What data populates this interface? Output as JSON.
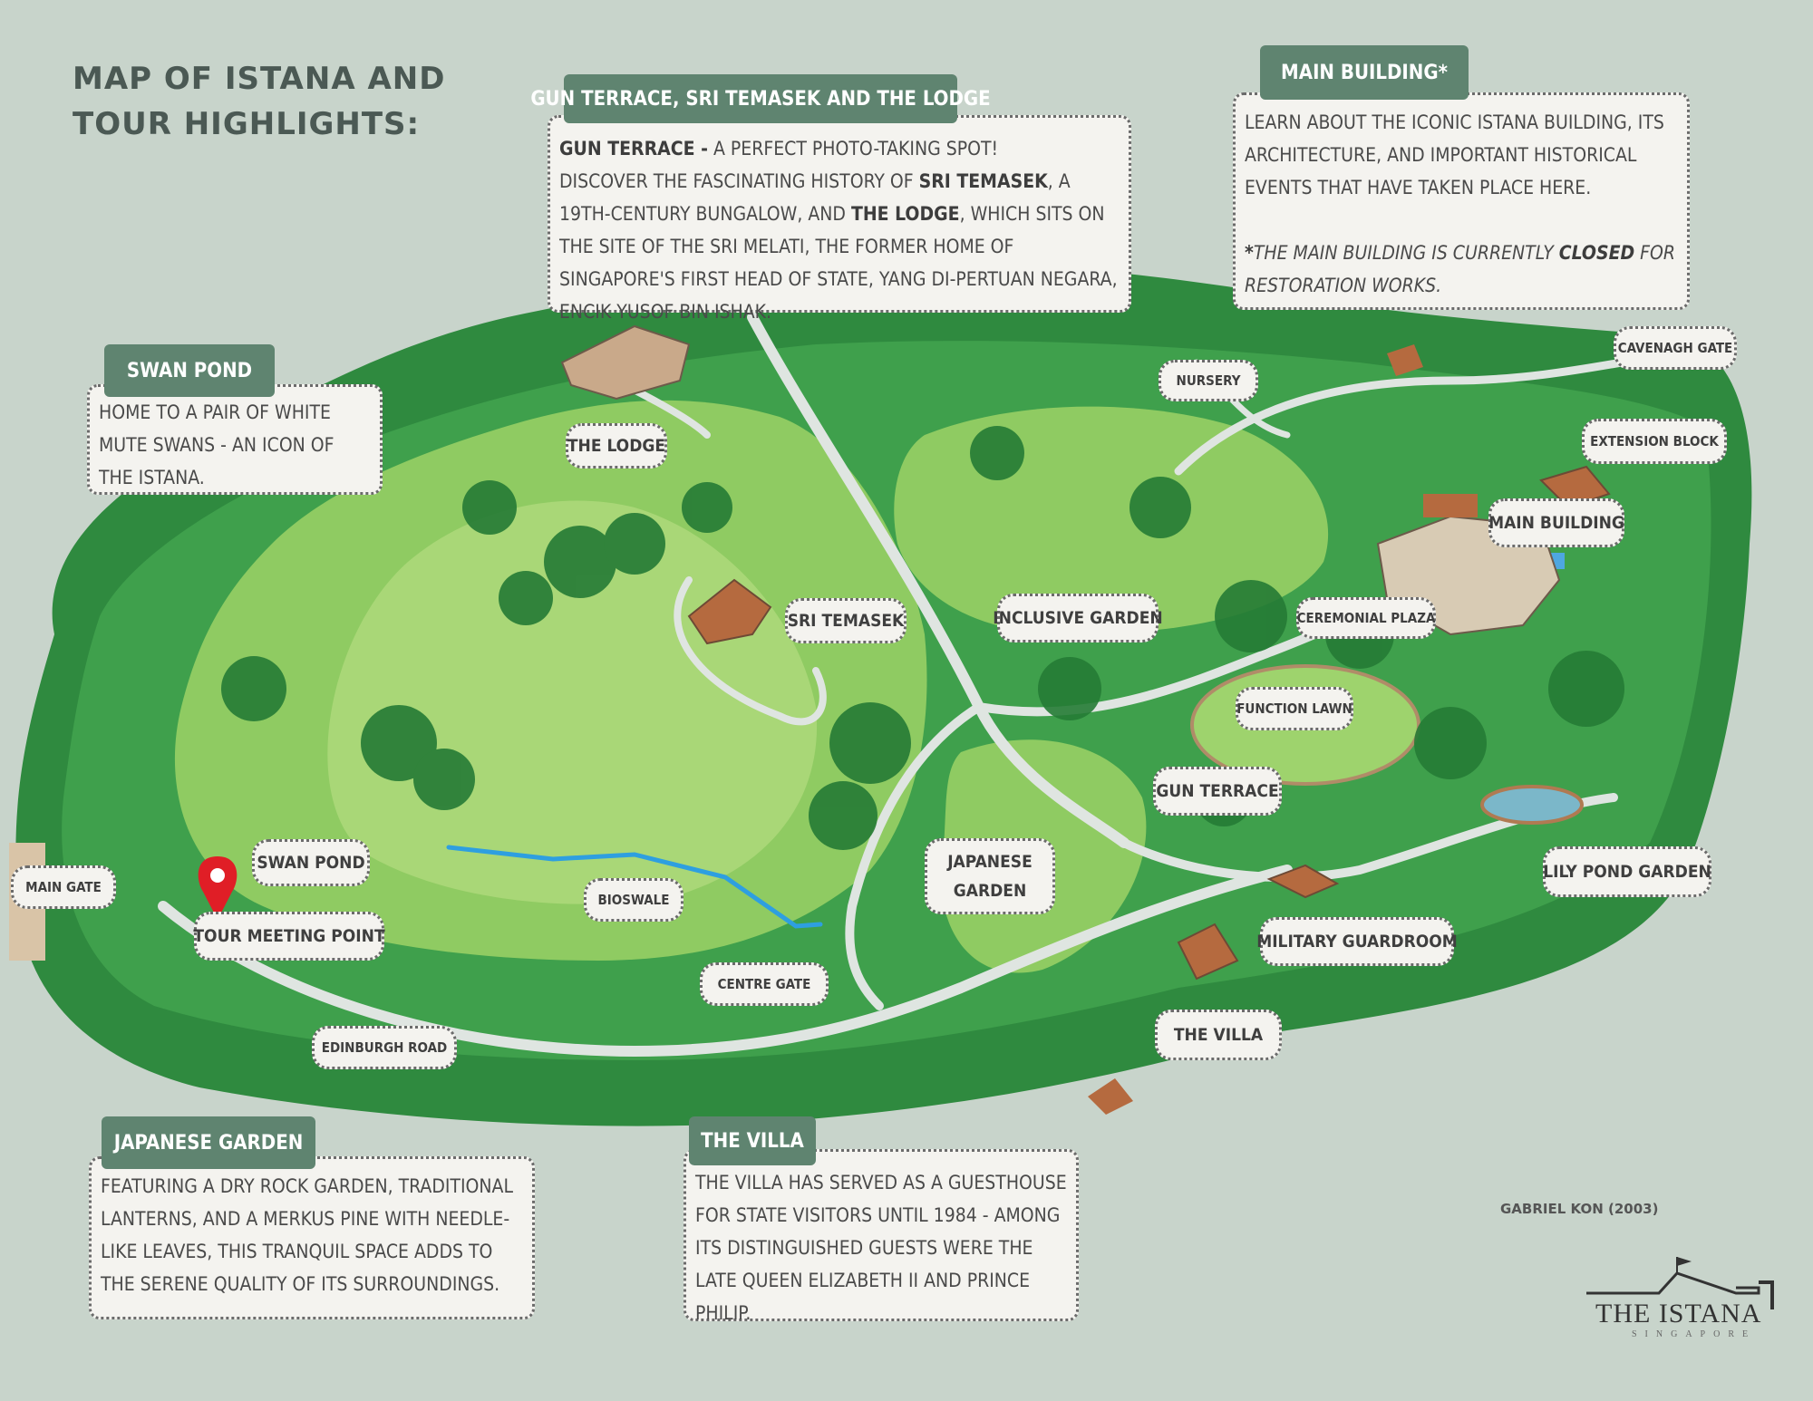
{
  "title": "MAP OF ISTANA AND TOUR HIGHLIGHTS:",
  "colors": {
    "background": "#c8d4cb",
    "header": "#5f8470",
    "grass": "#7fc35a",
    "forest": "#2f8a3f",
    "path": "#dfe5e1",
    "bioswale": "#2e9fe0",
    "pin": "#e01e26"
  },
  "sections": {
    "gun_terrace": {
      "heading": "GUN TERRACE, SRI TEMASEK AND THE LODGE",
      "lead_bold": "GUN TERRACE -",
      "lead_text": " A PERFECT PHOTO-TAKING SPOT!",
      "t1": "DISCOVER THE FASCINATING HISTORY OF ",
      "b1": "SRI TEMASEK",
      "t2": ", A 19TH-CENTURY BUNGALOW, AND ",
      "b2": "THE LODGE",
      "t3": ", WHICH SITS ON THE SITE OF THE SRI MELATI, THE FORMER HOME OF SINGAPORE'S FIRST HEAD OF STATE, YANG DI-PERTUAN NEGARA, ENCIK YUSOF BIN ISHAK."
    },
    "main_building": {
      "heading": "MAIN BUILDING*",
      "body": "LEARN ABOUT THE ICONIC ISTANA BUILDING, ITS ARCHITECTURE, AND IMPORTANT HISTORICAL EVENTS THAT HAVE TAKEN PLACE HERE.",
      "note_star": "*",
      "note_text": "THE MAIN BUILDING IS CURRENTLY ",
      "note_bold": "CLOSED",
      "note_end": " FOR RESTORATION WORKS."
    },
    "swan_pond": {
      "heading": "SWAN POND",
      "body": "HOME TO A PAIR OF WHITE MUTE SWANS - AN ICON OF THE ISTANA."
    },
    "japanese_garden": {
      "heading": "JAPANESE GARDEN",
      "body": "FEATURING A DRY ROCK GARDEN, TRADITIONAL LANTERNS, AND A MERKUS PINE WITH NEEDLE-LIKE LEAVES, THIS TRANQUIL SPACE ADDS TO THE SERENE QUALITY OF ITS SURROUNDINGS."
    },
    "the_villa": {
      "heading": "THE VILLA",
      "body": "THE VILLA HAS SERVED AS A GUESTHOUSE FOR STATE VISITORS UNTIL 1984 - AMONG ITS DISTINGUISHED GUESTS WERE THE LATE QUEEN ELIZABETH II AND PRINCE PHILIP."
    }
  },
  "places": {
    "the_lodge": "THE LODGE",
    "sri_temasek": "SRI TEMASEK",
    "inclusive_garden": "INCLUSIVE GARDEN",
    "nursery": "NURSERY",
    "cavenagh_gate": "CAVENAGH GATE",
    "extension_block": "EXTENSION BLOCK",
    "main_building": "MAIN BUILDING",
    "ceremonial_plaza": "CEREMONIAL PLAZA",
    "function_lawn": "FUNCTION LAWN",
    "gun_terrace": "GUN TERRACE",
    "lily_pond_garden": "LILY POND GARDEN",
    "military_guardroom": "MILITARY GUARDROOM",
    "the_villa": "THE VILLA",
    "japanese_garden_1": "JAPANESE",
    "japanese_garden_2": "GARDEN",
    "centre_gate": "CENTRE GATE",
    "bioswale": "BIOSWALE",
    "swan_pond": "SWAN POND",
    "main_gate": "MAIN GATE",
    "tour_meeting_point": "TOUR MEETING POINT",
    "edinburgh_road": "EDINBURGH ROAD"
  },
  "credit": "GABRIEL KON (2003)",
  "logo": {
    "name": "THE ISTANA",
    "sub": "SINGAPORE"
  }
}
